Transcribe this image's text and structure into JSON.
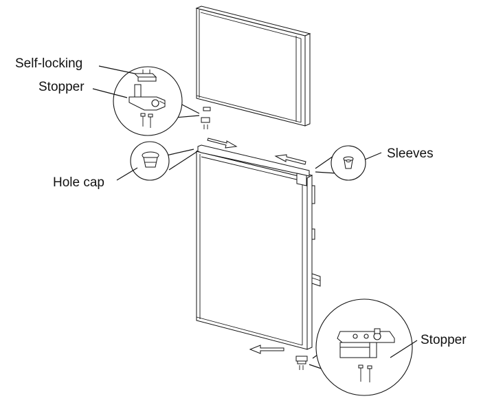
{
  "labels": {
    "self_locking": "Self-locking",
    "stopper_top": "Stopper",
    "hole_cap": "Hole cap",
    "sleeves": "Sleeves",
    "stopper_bottom": "Stopper"
  },
  "colors": {
    "line": "#111111",
    "arrow_fill": "#ffffff",
    "background": "#ffffff"
  }
}
